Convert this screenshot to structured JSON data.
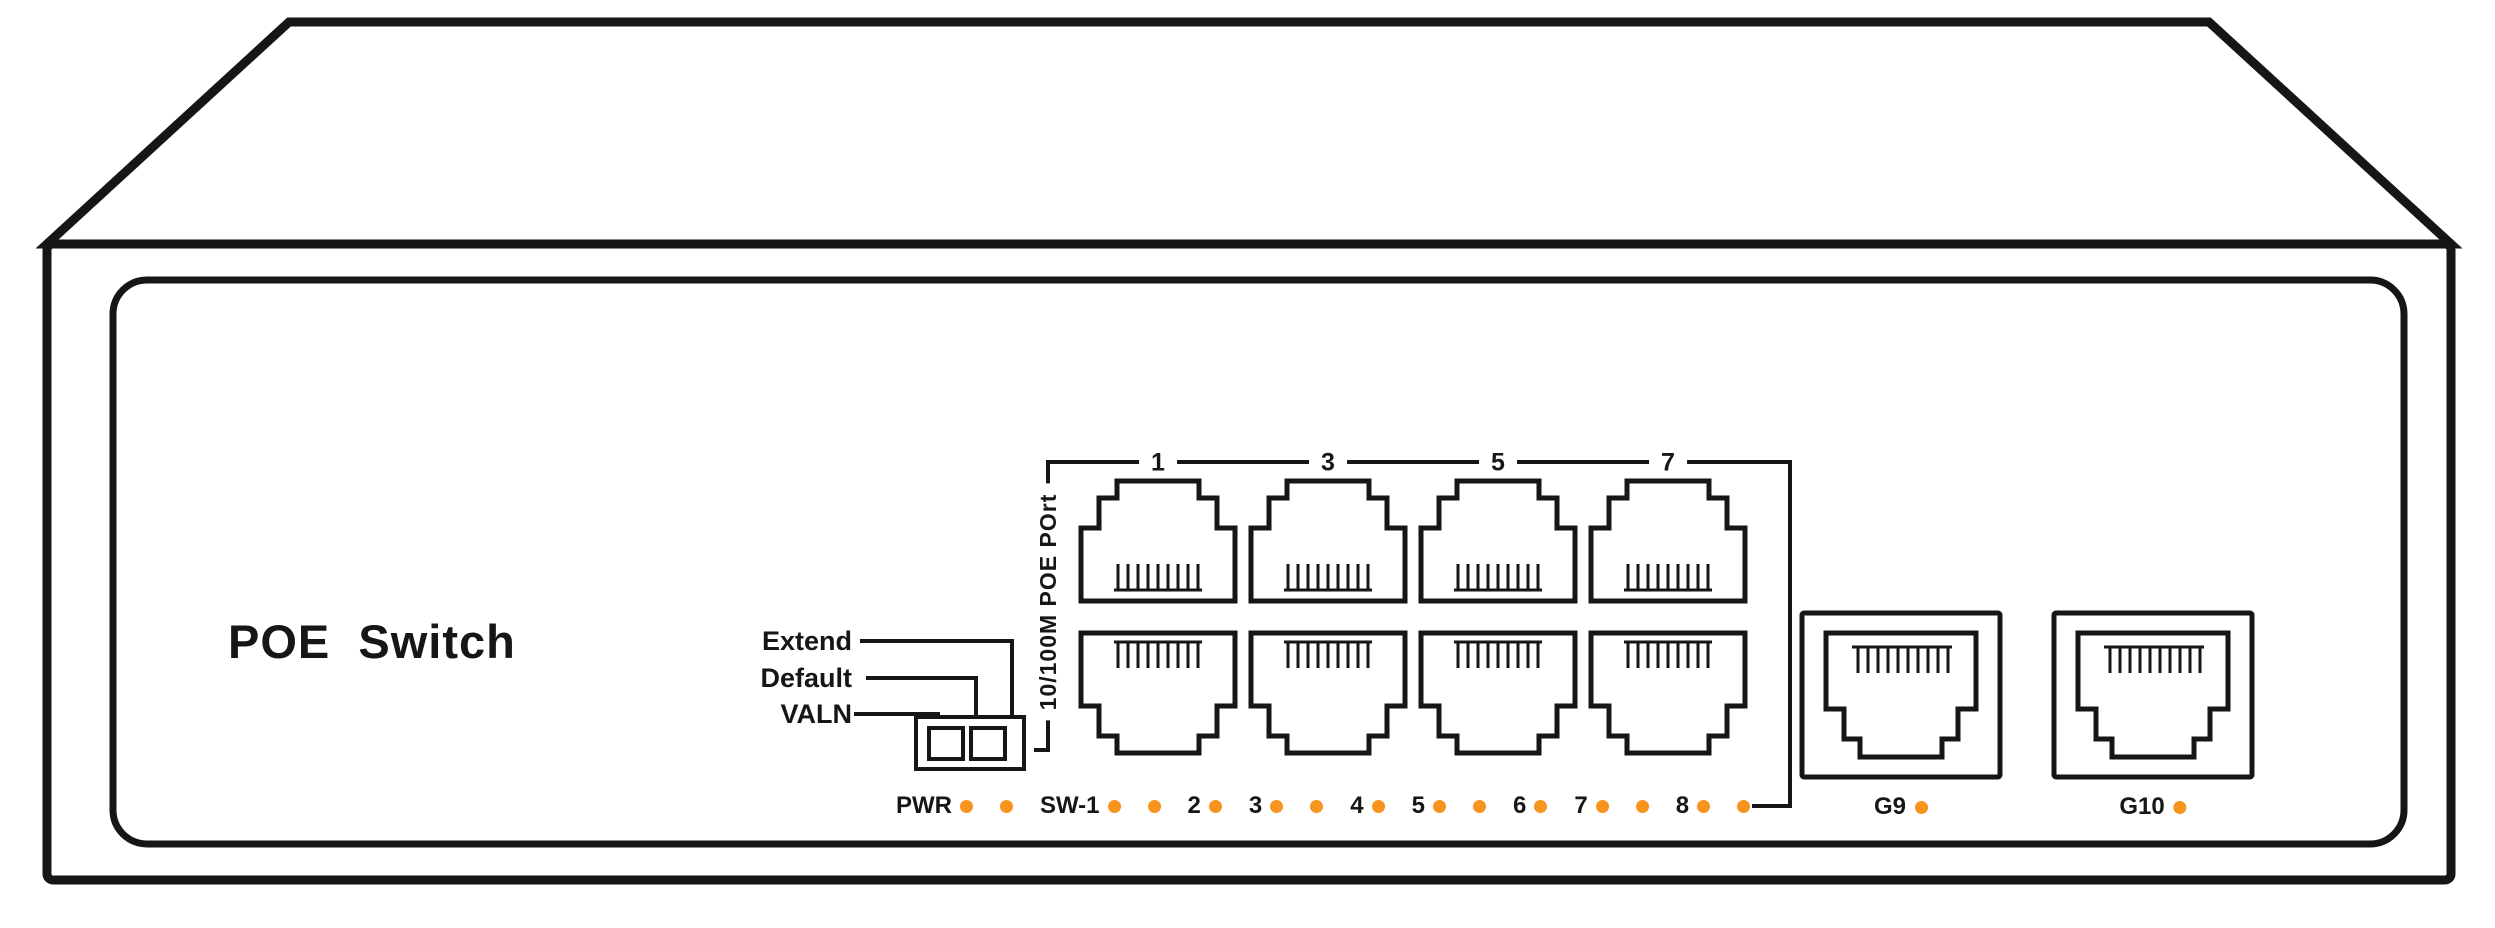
{
  "colors": {
    "line": "#161616",
    "led": "#F7941E"
  },
  "panel": {
    "title": "POE  Switch"
  },
  "dip": {
    "labels": [
      "Extend",
      "Default",
      "VALN"
    ]
  },
  "port_group": {
    "vertical_label": "10/100M POE POrt",
    "numbers": [
      "1",
      "3",
      "5",
      "7"
    ]
  },
  "leds": [
    {
      "label": "PWR"
    },
    {
      "label": ""
    },
    {
      "label": "SW-1"
    },
    {
      "label": ""
    },
    {
      "label": "2"
    },
    {
      "label": "3"
    },
    {
      "label": ""
    },
    {
      "label": "4"
    },
    {
      "label": "5"
    },
    {
      "label": ""
    },
    {
      "label": "6"
    },
    {
      "label": "7"
    },
    {
      "label": ""
    },
    {
      "label": "8"
    },
    {
      "label": ""
    }
  ],
  "uplinks": [
    {
      "label": "G9"
    },
    {
      "label": "G10"
    }
  ]
}
